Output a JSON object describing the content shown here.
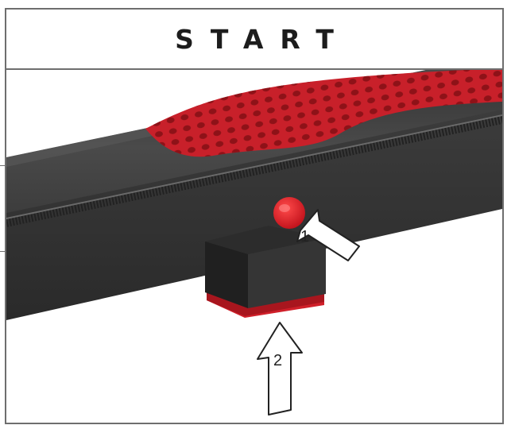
{
  "title": "START",
  "callouts": {
    "button_number": "1",
    "block_number": "2"
  },
  "icons": {
    "button_arrow": "press-arrow-icon",
    "block_arrow": "push-up-arrow-icon"
  },
  "colors": {
    "frame": "#6e6e6e",
    "rail_body": "#3a3a3a",
    "rail_highlight": "#555555",
    "grip_red": "#c8202a",
    "button_red": "#e0202a",
    "block_dark": "#2a2a2a"
  }
}
